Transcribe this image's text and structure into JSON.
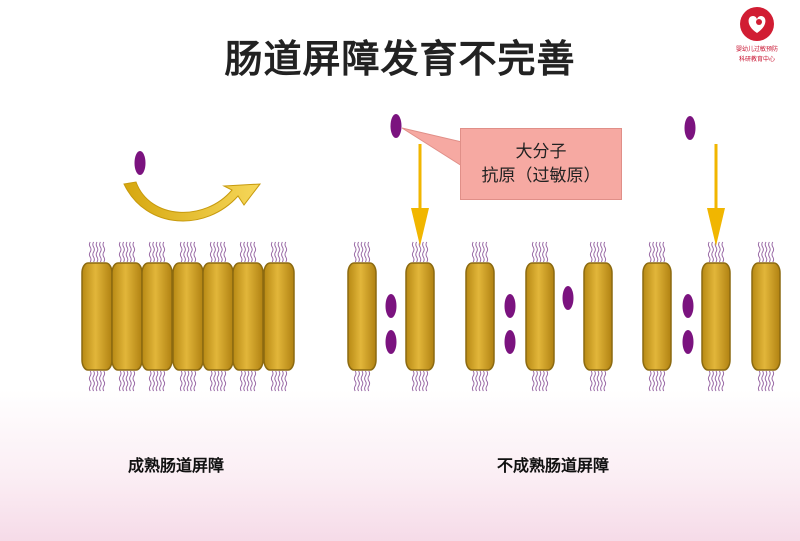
{
  "title": "肠道屏障发育不完善",
  "logo": {
    "line1": "婴幼儿过敏预防",
    "line2": "科研教育中心"
  },
  "callout": {
    "line1": "大分子",
    "line2": "抗原（过敏原）"
  },
  "captions": {
    "left": "成熟肠道屏障",
    "right": "不成熟肠道屏障"
  },
  "colors": {
    "cell_gold": "#d4a62a",
    "cell_edge": "#9c7614",
    "antigen_purple": "#7b137f",
    "arrow_yellow": "#f1b600",
    "callout_pink": "#f6a9a2"
  }
}
